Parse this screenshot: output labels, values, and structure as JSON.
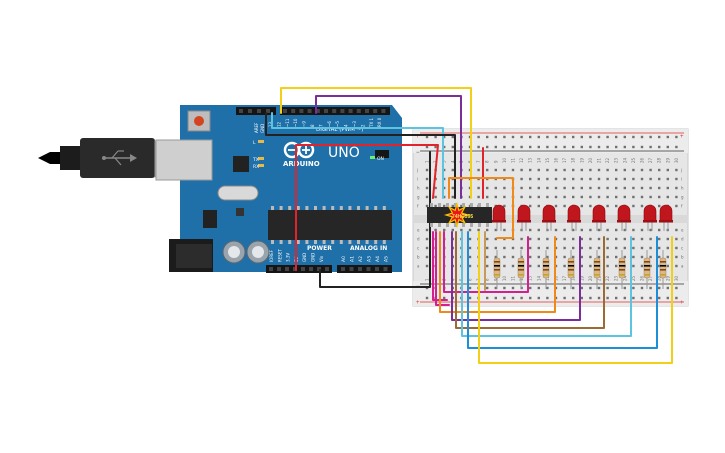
{
  "board": {
    "brand_text": "ARDUINO",
    "model_text": "UNO",
    "digital_header": "DIGITAL (PWM ~)",
    "power_header": "POWER",
    "analog_header": "ANALOG IN",
    "on_label": "ON",
    "tx_label": "TX",
    "rx_label": "RX",
    "l_label": "L",
    "aref_label": "AREF",
    "gnd_label": "GND",
    "digital_pins": [
      "13",
      "12",
      "~11",
      "~10",
      "~9",
      "8",
      "7",
      "~6",
      "~5",
      "4",
      "~3",
      "2",
      "TX 1",
      "RX 0"
    ],
    "power_pins": [
      "IOREF",
      "RESET",
      "3.3V",
      "5V",
      "GND",
      "GND",
      "Vin"
    ],
    "analog_pins": [
      "A0",
      "A1",
      "A2",
      "A3",
      "A4",
      "A5"
    ]
  },
  "breadboard": {
    "row_letters": [
      "a",
      "b",
      "c",
      "d",
      "e",
      "f",
      "g",
      "h",
      "i",
      "j"
    ],
    "column_numbers": [
      "1",
      "2",
      "3",
      "4",
      "5",
      "6",
      "7",
      "8",
      "9",
      "10",
      "11",
      "12",
      "13",
      "14",
      "15",
      "16",
      "17",
      "18",
      "19",
      "20",
      "21",
      "22",
      "23",
      "24",
      "25",
      "26",
      "27",
      "28",
      "29",
      "30"
    ],
    "plus": "+",
    "minus": "−"
  },
  "chip_label": "74HC595",
  "leds": {
    "count": 8,
    "color": "#c0161d"
  },
  "resistors": {
    "count": 8
  },
  "colors": {
    "board": "#1f6fa8",
    "wire_red": "#e3232b",
    "wire_black": "#222222",
    "wire_yellow": "#f2d016",
    "wire_purple": "#7b2d9b",
    "wire_cyan": "#5cc4e0",
    "wire_orange": "#ef8a1a",
    "wire_magenta": "#d41f91",
    "wire_brown": "#9b6a35",
    "wire_blue": "#1d8fd8",
    "wire_tan": "#c79a5b"
  }
}
